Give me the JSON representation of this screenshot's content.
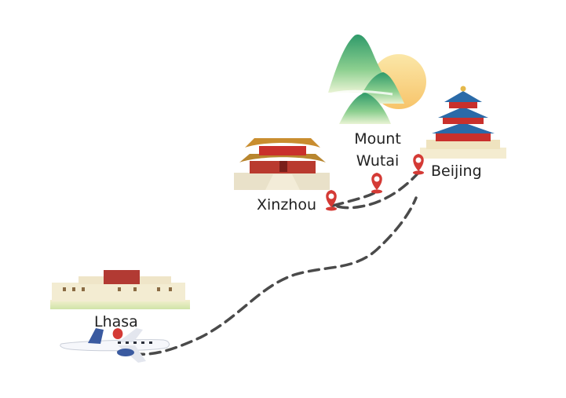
{
  "map": {
    "route_color": "#4a4a4a",
    "pin_color": "#d43a35",
    "places": [
      {
        "id": "lhasa",
        "name": "Lhasa",
        "landmark": "potala-palace-icon"
      },
      {
        "id": "xinzhou",
        "name": "Xinzhou",
        "landmark": "temple-hall-icon"
      },
      {
        "id": "wutai",
        "name_line1": "Mount",
        "name_line2": "Wutai",
        "landmark": "mountain-sun-icon"
      },
      {
        "id": "beijing",
        "name": "Beijing",
        "landmark": "temple-of-heaven-icon"
      }
    ]
  }
}
